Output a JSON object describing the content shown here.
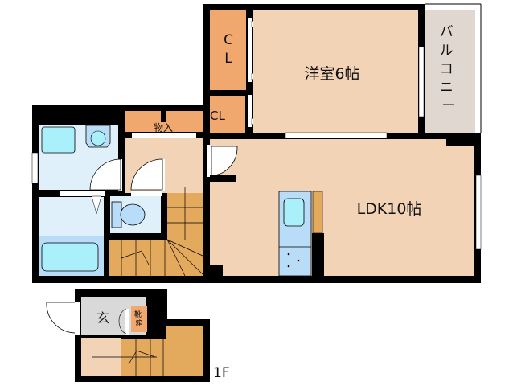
{
  "floor_label": "1F",
  "rooms": {
    "western_room": "洋室6帖",
    "ldk": "LDK10帖",
    "closet_1": "C",
    "closet_1b": "L",
    "closet_2": "CL",
    "storage": "物入",
    "balcony": [
      "バ",
      "ル",
      "コ",
      "ニ",
      "ー"
    ],
    "entrance": "玄",
    "shoe_box": [
      "靴",
      "箱"
    ]
  },
  "colors": {
    "room": "#f2d3b6",
    "closet": "#f0a86e",
    "stairs": "#e3a95c",
    "wet_area": "#dff0fb",
    "fixture": "#aaf0fb",
    "balcony": "#e0d8d0",
    "entrance": "#d9d9d9",
    "wall": "#000000"
  }
}
